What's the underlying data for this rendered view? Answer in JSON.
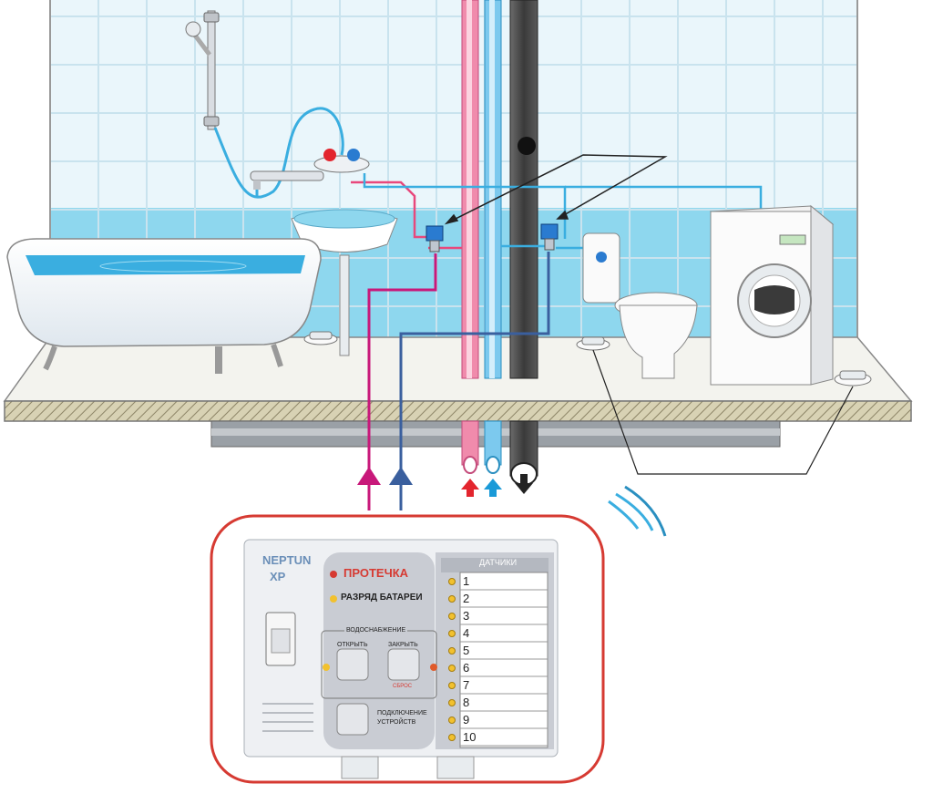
{
  "colors": {
    "tile_light": "#e9f5fb",
    "tile_blue": "#7fd0ea",
    "hot_pipe": "#e8487c",
    "cold_pipe": "#3aaee0",
    "drain_pipe": "#4a4a4a",
    "alarm_frame": "#d63a32",
    "panel_grey": "#c9ccd3",
    "wire": "#3a5f9e",
    "wire_hot": "#c8187a"
  },
  "controller": {
    "brand_line1": "NEPTUN",
    "brand_line2": "XP",
    "leak_label": "ПРОТЕЧКА",
    "battery_label": "РАЗРЯД БАТАРЕИ",
    "water_supply_label": "ВОДОСНАБЖЕНИЕ",
    "open_label": "ОТКРЫТЬ",
    "close_label": "ЗАКРЫТЬ",
    "reset_label": "СБРОС",
    "connect_label_line1": "ПОДКЛЮЧЕНИЕ",
    "connect_label_line2": "УСТРОЙСТВ",
    "sensors_header": "ДАТЧИКИ",
    "sensor_numbers": [
      "1",
      "2",
      "3",
      "4",
      "5",
      "6",
      "7",
      "8",
      "9",
      "10"
    ]
  },
  "icons": [
    "power-switch-icon",
    "wireless-signal-icon",
    "flow-arrow-up-icon",
    "drain-arrow-down-icon"
  ]
}
